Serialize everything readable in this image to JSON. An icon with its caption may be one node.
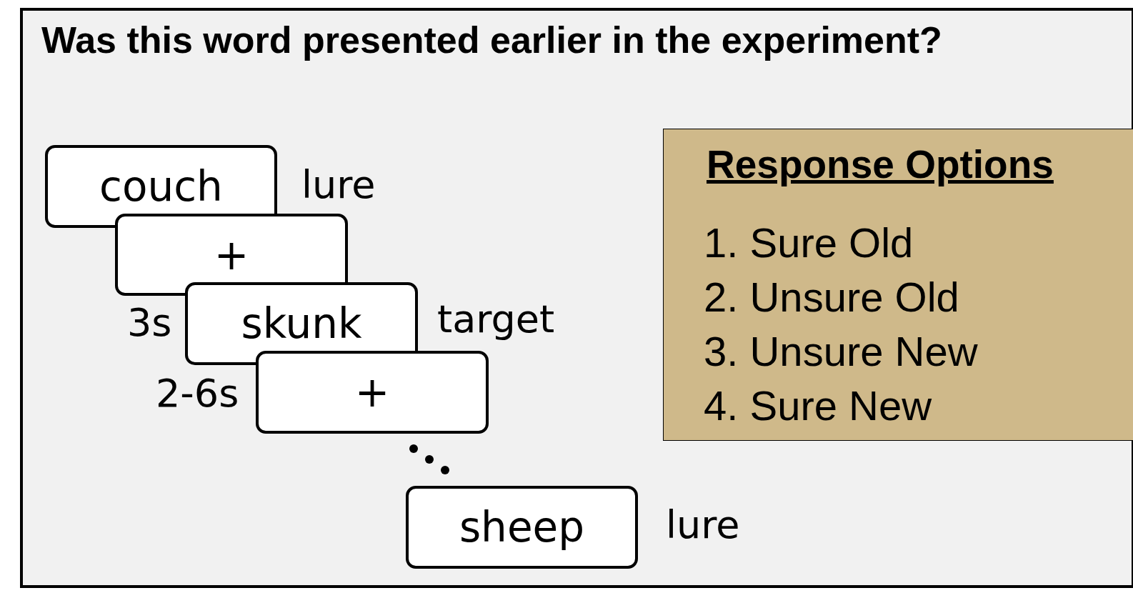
{
  "diagram": {
    "title": "Was this word presented earlier in the experiment?",
    "nodes": [
      {
        "text": [
          "couch"
        ],
        "beside": [
          "lure"
        ]
      },
      {
        "text": [
          "+"
        ]
      },
      {
        "text": [
          "skunk"
        ],
        "beside": [
          "3s",
          "target"
        ]
      },
      {
        "text": [
          "+"
        ],
        "beside": [
          "2-6s"
        ]
      },
      {
        "text": [
          "sheep"
        ],
        "beside": [
          "lure"
        ]
      },
      {
        "text": [
          "Response Options",
          "1. Sure Old",
          "2. Unsure Old",
          "3. Unsure New",
          "4. Sure New"
        ]
      }
    ]
  }
}
